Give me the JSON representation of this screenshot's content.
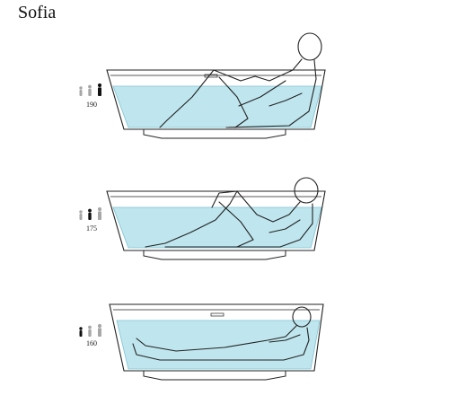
{
  "title": "Sofia",
  "figures": [
    {
      "height_label": "190",
      "highlighted_person": 3
    },
    {
      "height_label": "175",
      "highlighted_person": 2
    },
    {
      "height_label": "160",
      "highlighted_person": 1
    }
  ],
  "colors": {
    "water": "#bfe6ee",
    "water_edge": "#7ec3d2",
    "outline": "#222222",
    "icon_active": "#111111",
    "icon_inactive": "#a7a7a7"
  }
}
